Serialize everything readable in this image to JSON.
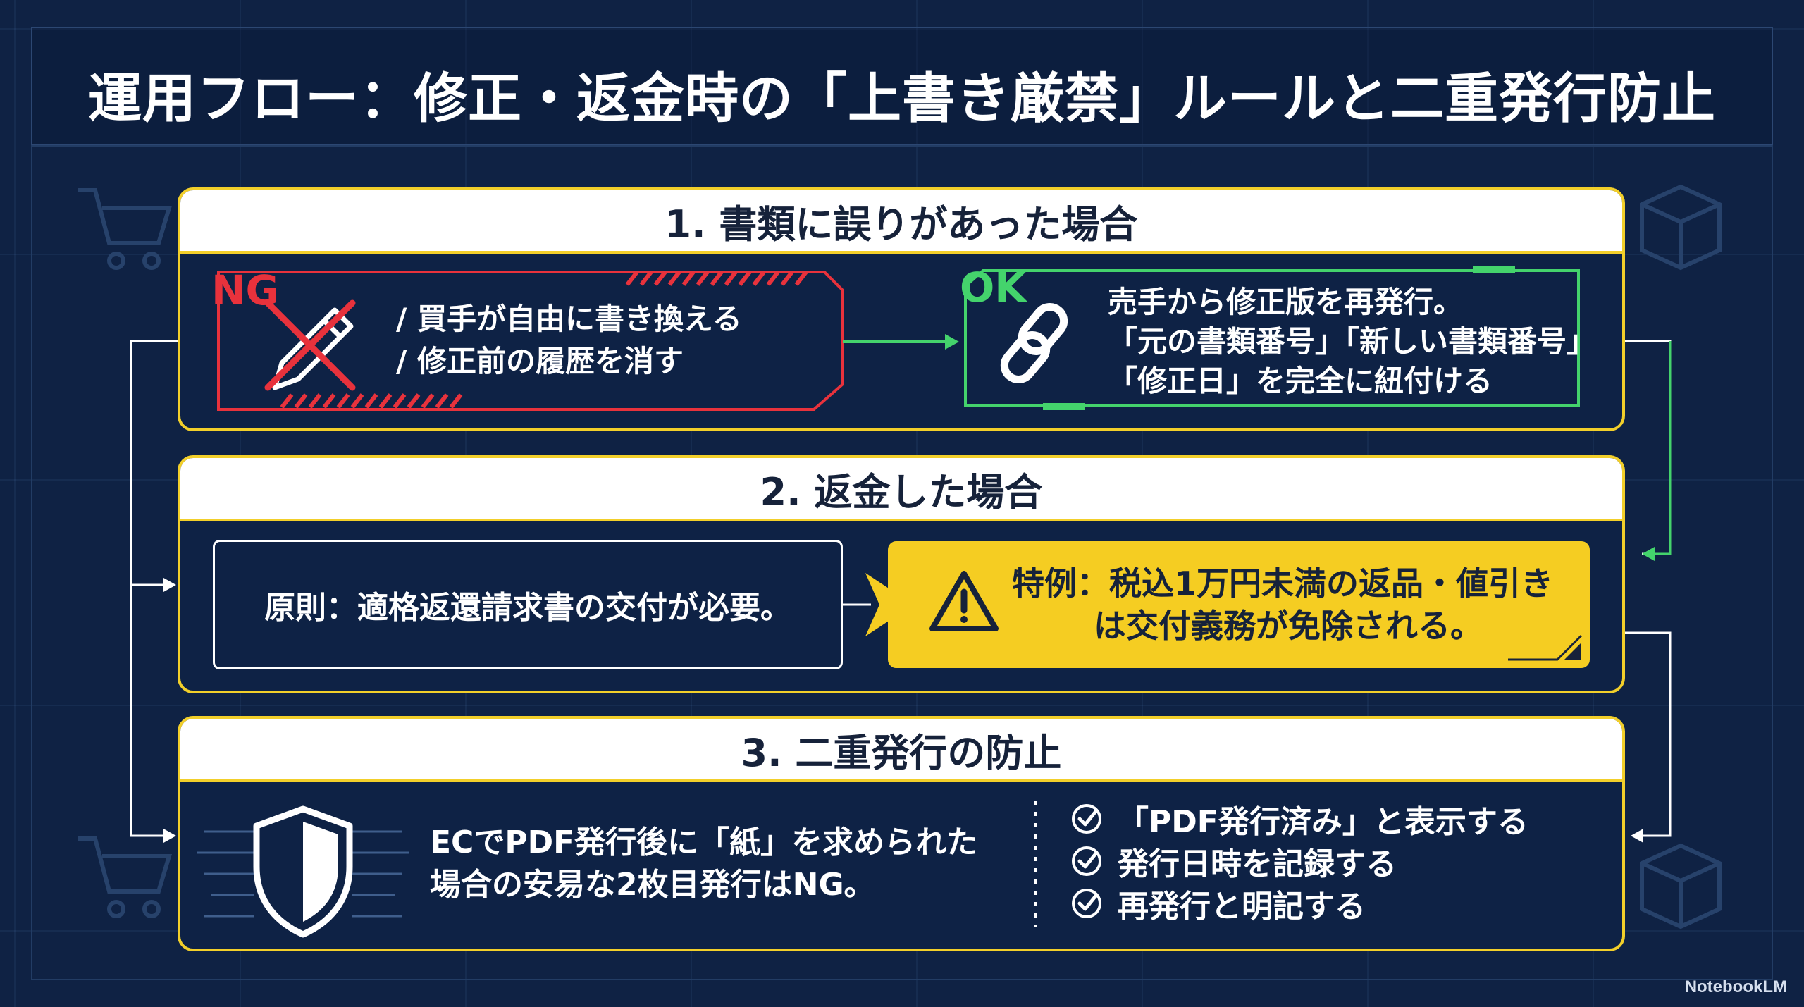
{
  "title": "運用フロー：修正・返金時の「上書き厳禁」ルールと二重発行防止",
  "sections": [
    {
      "heading": "1. 書類に誤りがあった場合",
      "ng": {
        "label": "NG",
        "lines": [
          "/ 買手が自由に書き換える",
          "/ 修正前の履歴を消す"
        ]
      },
      "ok": {
        "label": "OK",
        "lines": [
          "売手から修正版を再発行。",
          "「元の書類番号」「新しい書類番号」",
          "「修正日」を完全に紐付ける"
        ]
      }
    },
    {
      "heading": "2. 返金した場合",
      "principle": "原則：適格返還請求書の交付が必要。",
      "exception_lines": [
        "特例：税込1万円未満の返品・値引き",
        "は交付義務が免除される。"
      ]
    },
    {
      "heading": "3. 二重発行の防止",
      "description_lines": [
        "ECでPDF発行後に「紙」を求められた",
        "場合の安易な2枚目発行はNG。"
      ],
      "checks": [
        "「PDF発行済み」と表示する",
        "発行日時を記録する",
        "再発行と明記する"
      ]
    }
  ],
  "brand": "NotebookLM",
  "icons": [
    "pen-crossed-icon",
    "chain-link-icon",
    "warning-icon",
    "shield-icon",
    "check-circle-icon",
    "cart-icon",
    "box-icon"
  ],
  "colors": {
    "background": "#0f2244",
    "accent_yellow": "#f2cf2a",
    "ng_red": "#e8323c",
    "ok_green": "#44d36c"
  }
}
